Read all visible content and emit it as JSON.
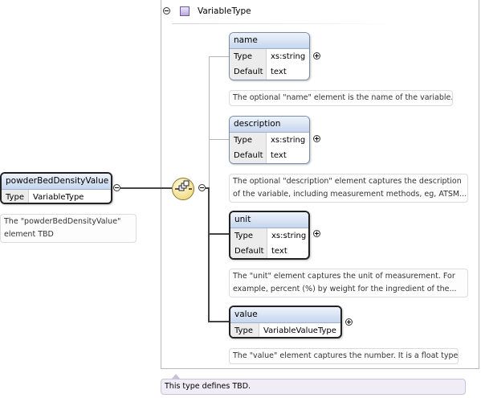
{
  "root": {
    "name": "powderBedDensityValue",
    "type_key": "Type",
    "type_value": "VariableType",
    "note": "The \"powderBedDensityValue\" element TBD"
  },
  "complex_type": {
    "name": "VariableType",
    "footer_note": "This type defines TBD."
  },
  "elements": [
    {
      "name": "name",
      "type_key": "Type",
      "type_value": "xs:string",
      "default_key": "Default",
      "default_value": "text",
      "note_line1": "The optional \"name\" element is the name of the variable.",
      "note_line2": ""
    },
    {
      "name": "description",
      "type_key": "Type",
      "type_value": "xs:string",
      "default_key": "Default",
      "default_value": "text",
      "note_line1": "The optional \"description\" element captures the description",
      "note_line2": "of the variable, including measurement methods, eg, ATSM..."
    },
    {
      "name": "unit",
      "type_key": "Type",
      "type_value": "xs:string",
      "default_key": "Default",
      "default_value": "text",
      "note_line1": "The \"unit\" element captures the unit of measurement. For",
      "note_line2": "example, percent (%) by weight for the ingredient of the..."
    },
    {
      "name": "value",
      "type_key": "Type",
      "type_value": "VariableValueType",
      "note_line1": "The \"value\" element captures the number. It is a float type.",
      "note_line2": ""
    }
  ]
}
